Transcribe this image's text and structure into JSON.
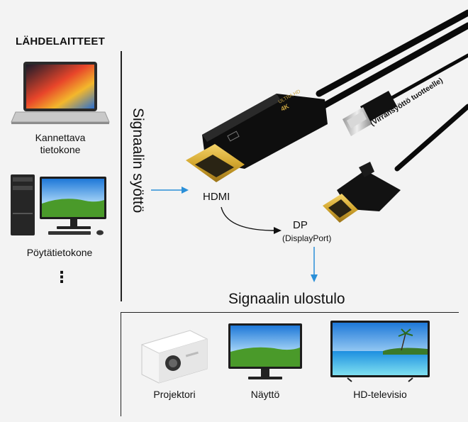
{
  "source": {
    "title": "LÄHDELAITTEET",
    "devices": [
      {
        "label_line1": "Kannettava",
        "label_line2": "tietokone",
        "icon": "laptop-icon"
      },
      {
        "label_line1": "Pöytätietokone",
        "label_line2": "",
        "icon": "desktop-pc-icon"
      }
    ],
    "more": "⋮"
  },
  "input_label": "Signaalin syöttö",
  "cable": {
    "hdmi_label": "HDMI",
    "dp_label": "DP",
    "dp_sub": "(DisplayPort)",
    "power_label": "(Virransyöttö tuotteelle)",
    "housing_text_top": "ULTRA HD",
    "housing_text_4k": "4K"
  },
  "output": {
    "title": "Signaalin ulostulo",
    "devices": [
      {
        "label": "Projektori",
        "icon": "projector-icon"
      },
      {
        "label": "Näyttö",
        "icon": "monitor-icon"
      },
      {
        "label": "HD-televisio",
        "icon": "tv-icon"
      }
    ]
  },
  "colors": {
    "arrow": "#2a8fd8",
    "cable": "#0a0a0a",
    "gold": "#d4a830",
    "sky": "#3aa0e8",
    "grass": "#4a9a2a"
  }
}
